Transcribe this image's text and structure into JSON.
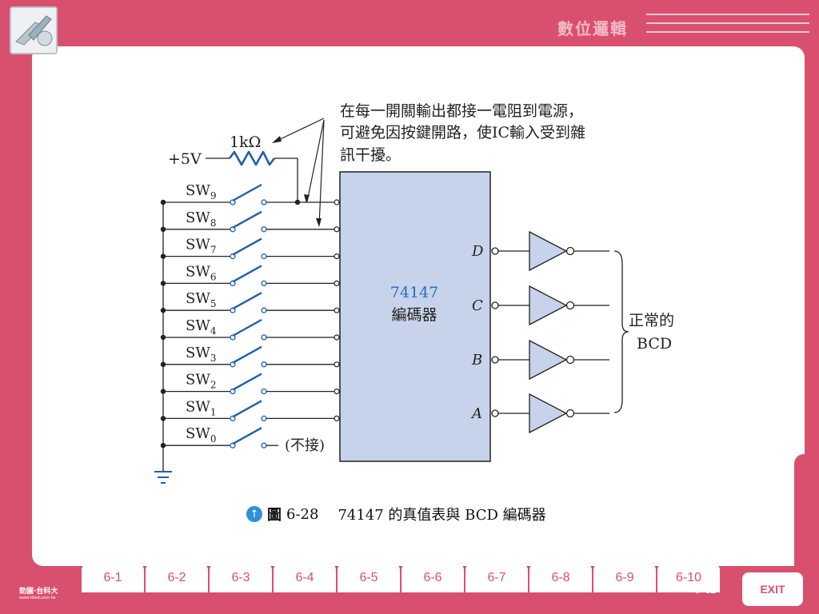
{
  "header": {
    "title": "數位邏輯"
  },
  "diagram": {
    "note_lines": [
      "在每一開關輸出都接一電阻到電源，",
      "可避免因按鍵開路，使IC輸入受到雜",
      "訊干擾。"
    ],
    "resistor_label": "1kΩ",
    "supply_label": "+5V",
    "switches": [
      "9",
      "8",
      "7",
      "6",
      "5",
      "4",
      "3",
      "2",
      "1",
      "0"
    ],
    "switch_prefix": "SW",
    "pins": [
      "9",
      "8",
      "7",
      "6",
      "5",
      "4",
      "3",
      "2",
      "1"
    ],
    "unconnected_label": "(不接)",
    "chip_name": "74147",
    "chip_desc": "編碼器",
    "outputs": [
      "D",
      "C",
      "B",
      "A"
    ],
    "output_label_lines": [
      "正常的",
      "BCD"
    ]
  },
  "caption": {
    "figure_label": "圖",
    "figure_number": "6-28",
    "title": "74147 的真值表與 BCD 編碼器"
  },
  "footer": {
    "publisher": "勁園·台科大",
    "publisher_url": "www.tiked.com.tw",
    "tabs": [
      "6-1",
      "6-2",
      "6-3",
      "6-4",
      "6-5",
      "6-6",
      "6-7",
      "6-8",
      "6-9",
      "6-10"
    ],
    "page_number": "6-42",
    "exit_label": "EXIT"
  },
  "colors": {
    "brand": "#d9506e",
    "chip_fill": "#c6d3ea",
    "switch_blue": "#1f5fae",
    "chip_text": "#2a6fbe"
  }
}
